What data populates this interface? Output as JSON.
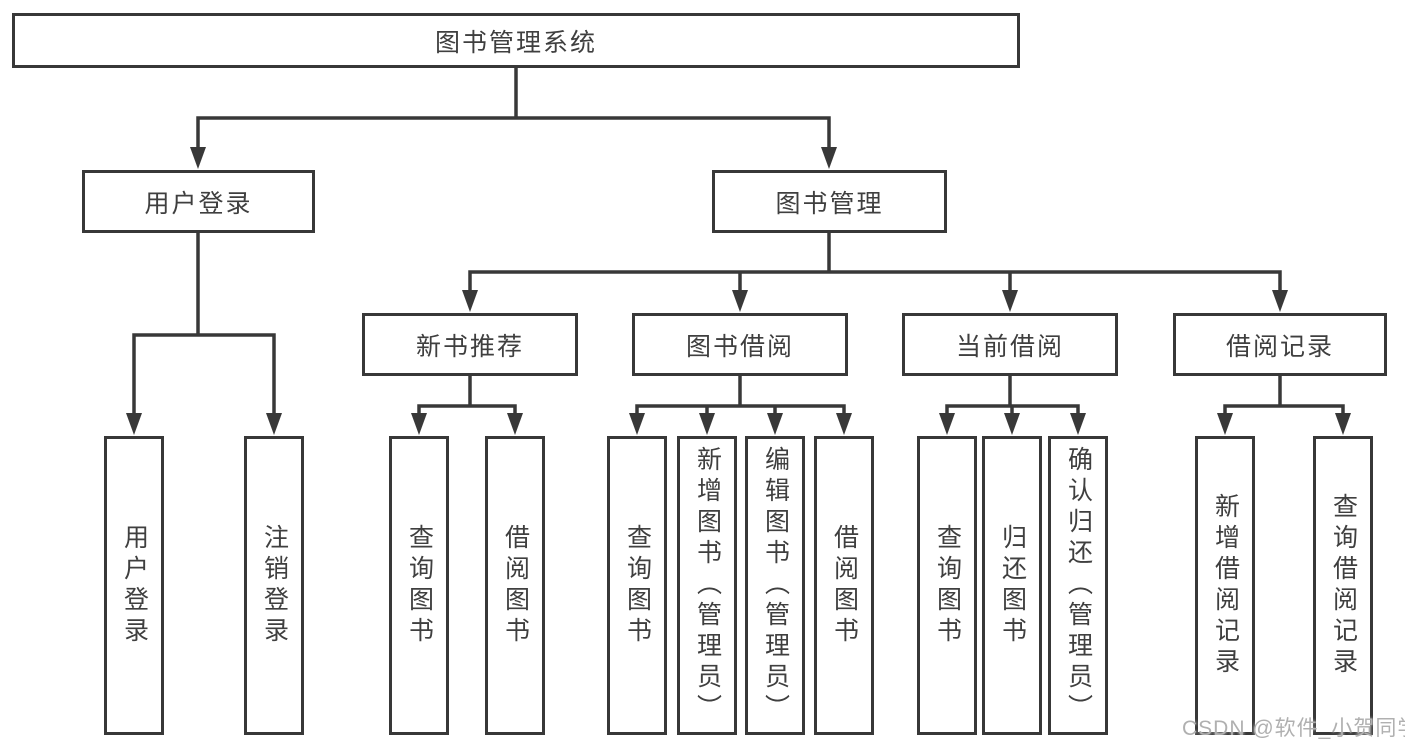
{
  "diagram": {
    "root": {
      "label": "图书管理系统"
    },
    "branches": [
      {
        "label": "用户登录",
        "children": [
          {
            "label": "用户登录"
          },
          {
            "label": "注销登录"
          }
        ]
      },
      {
        "label": "图书管理",
        "groups": [
          {
            "label": "新书推荐",
            "children": [
              {
                "label": "查询图书"
              },
              {
                "label": "借阅图书"
              }
            ]
          },
          {
            "label": "图书借阅",
            "children": [
              {
                "label": "查询图书"
              },
              {
                "label": "新增图书（管理员）"
              },
              {
                "label": "编辑图书（管理员）"
              },
              {
                "label": "借阅图书"
              }
            ]
          },
          {
            "label": "当前借阅",
            "children": [
              {
                "label": "查询图书"
              },
              {
                "label": "归还图书"
              },
              {
                "label": "确认归还（管理员）"
              }
            ]
          },
          {
            "label": "借阅记录",
            "children": [
              {
                "label": "新增借阅记录"
              },
              {
                "label": "查询借阅记录"
              }
            ]
          }
        ]
      }
    ]
  },
  "watermark": {
    "text": "CSDN @软件_小贺同学"
  },
  "colors": {
    "line": "#383838",
    "box_border": "#383838",
    "text": "#3f3f3f",
    "watermark": "#b0b0b0",
    "background": "#ffffff"
  }
}
